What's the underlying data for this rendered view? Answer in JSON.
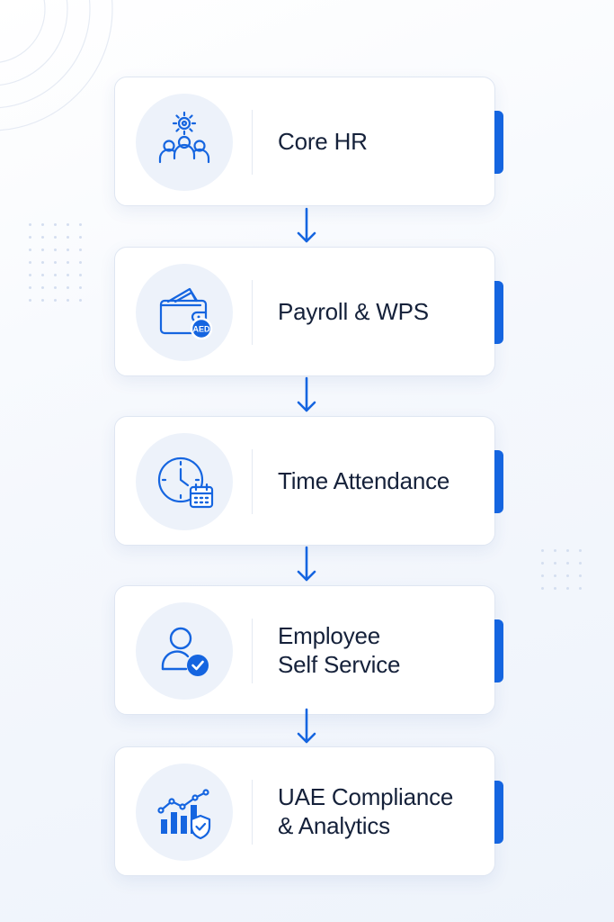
{
  "theme": {
    "accent": "#1565e0",
    "text": "#15213a",
    "icon_bg": "#edf2fa"
  },
  "steps": [
    {
      "lines": [
        "Core HR"
      ],
      "icon": "team-gear-icon"
    },
    {
      "lines": [
        "Payroll & WPS"
      ],
      "icon": "wallet-icon",
      "badge": "AED"
    },
    {
      "lines": [
        "Time Attendance"
      ],
      "icon": "clock-calendar-icon"
    },
    {
      "lines": [
        "Employee",
        "Self Service"
      ],
      "icon": "user-check-icon"
    },
    {
      "lines": [
        "UAE Compliance",
        "& Analytics"
      ],
      "icon": "analytics-shield-icon"
    }
  ]
}
